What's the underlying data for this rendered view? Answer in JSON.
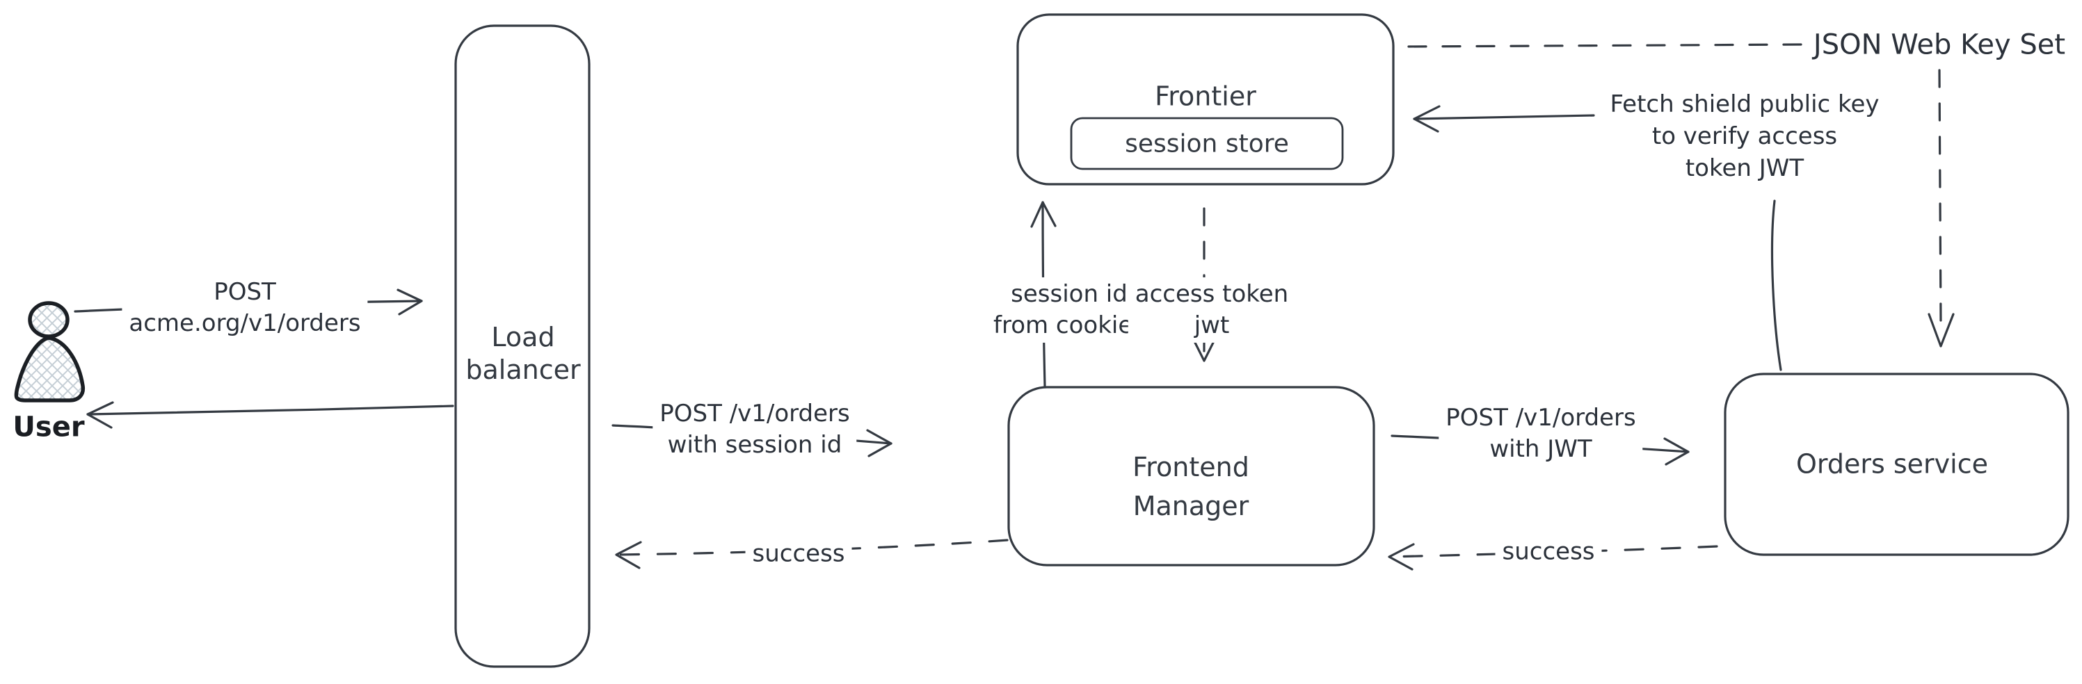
{
  "diagram": {
    "background": "#ffffff",
    "stroke_color": "#343a42",
    "text_color": "#2b313a",
    "hatch_fill_color": "#c6cfd6",
    "nodes": {
      "user": {
        "label": "User"
      },
      "load_balancer": {
        "line1": "Load",
        "line2": "balancer"
      },
      "frontier": {
        "label": "Frontier"
      },
      "session_store": {
        "label": "session store"
      },
      "frontend_manager": {
        "line1": "Frontend",
        "line2": "Manager"
      },
      "orders_service": {
        "label": "Orders service"
      },
      "json_web_key_set": {
        "label": "JSON Web Key Set"
      }
    },
    "edges": {
      "user_to_lb": {
        "line1": "POST",
        "line2": "acme.org/v1/orders",
        "style": "solid"
      },
      "lb_to_user": {
        "style": "solid"
      },
      "lb_to_fm": {
        "line1": "POST /v1/orders",
        "line2": "with session id",
        "style": "solid"
      },
      "fm_to_lb": {
        "label": "success",
        "style": "dashed"
      },
      "fm_to_frontier": {
        "line1": "session id",
        "line2": "from cookies",
        "style": "solid"
      },
      "frontier_to_fm": {
        "line1": "access token",
        "line2": "jwt",
        "style": "dashed"
      },
      "fm_to_orders": {
        "line1": "POST /v1/orders",
        "line2": "with JWT",
        "style": "solid"
      },
      "orders_to_fm": {
        "label": "success",
        "style": "dashed"
      },
      "orders_to_frontier": {
        "line1": "Fetch shield public key",
        "line2": "to verify access",
        "line3": "token JWT",
        "style": "solid"
      },
      "frontier_to_jwks": {
        "style": "dashed"
      },
      "jwks_to_orders": {
        "style": "dashed"
      }
    }
  }
}
